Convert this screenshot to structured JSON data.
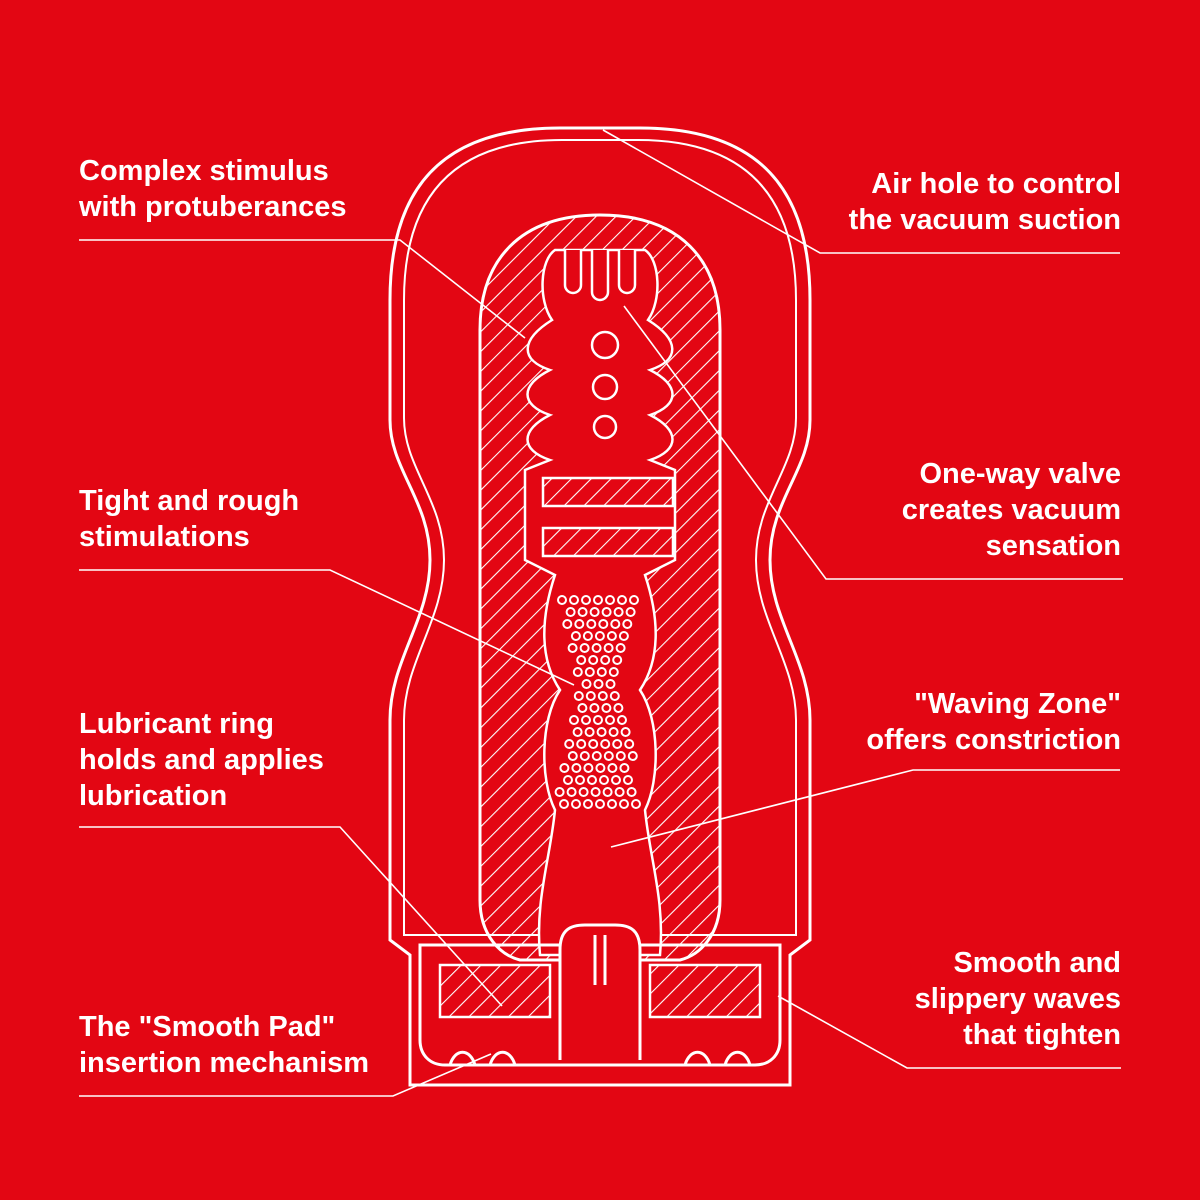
{
  "background_color": "#e30613",
  "line_color": "#ffffff",
  "labels": {
    "complex_stimulus": [
      "Complex stimulus",
      "with protuberances"
    ],
    "air_hole": [
      "Air hole to control",
      "the vacuum suction"
    ],
    "one_way_valve": [
      "One-way valve",
      "creates vacuum",
      "sensation"
    ],
    "tight_rough": [
      "Tight and rough",
      "stimulations"
    ],
    "waving_zone": [
      "\"Waving Zone\"",
      "offers constriction"
    ],
    "lubricant_ring": [
      "Lubricant ring",
      "holds and applies",
      "lubrication"
    ],
    "smooth_waves": [
      "Smooth and",
      "slippery waves",
      "that tighten"
    ],
    "smooth_pad": [
      "The \"Smooth Pad\"",
      "insertion mechanism"
    ]
  }
}
